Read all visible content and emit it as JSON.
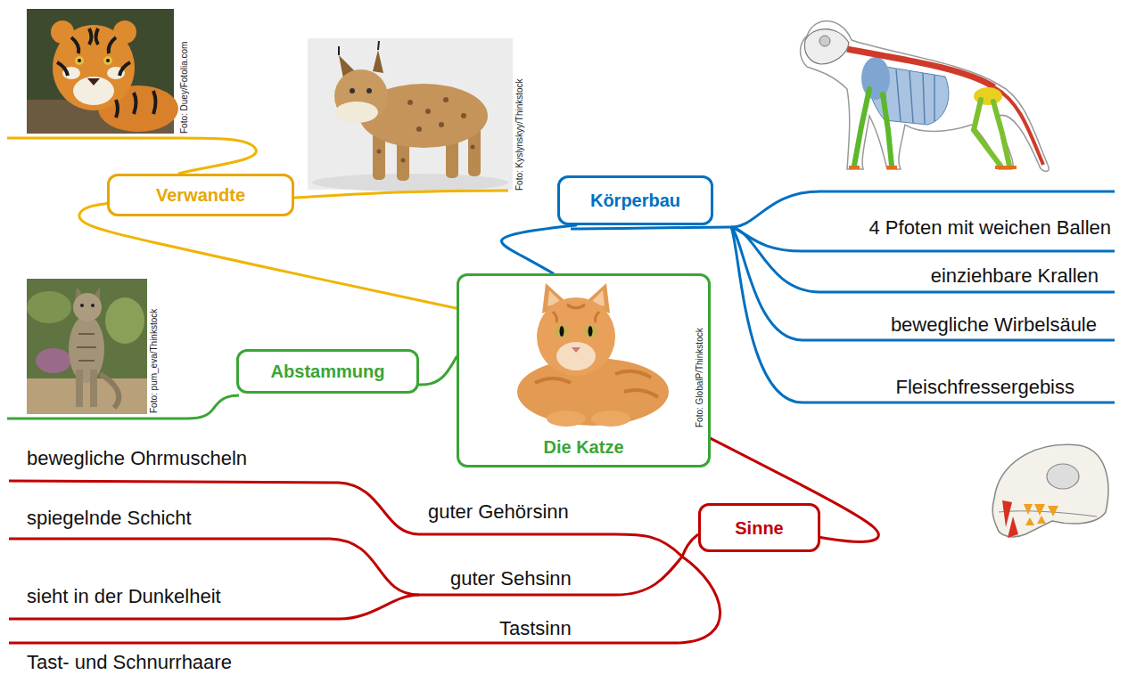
{
  "diagram": {
    "nodes": [
      {
        "text": [
          "Die Katze",
          "Foto: GlobalP/Thinkstock"
        ]
      },
      {
        "text": [
          "Verwandte"
        ]
      },
      {
        "text": [
          "Körperbau"
        ]
      },
      {
        "text": [
          "Abstammung"
        ]
      },
      {
        "text": [
          "Sinne"
        ]
      }
    ],
    "edges": [
      {
        "from": 0,
        "to": 1,
        "arrow": "none"
      },
      {
        "from": 0,
        "to": 2,
        "arrow": "none"
      },
      {
        "from": 0,
        "to": 3,
        "arrow": "none"
      },
      {
        "from": 0,
        "to": 4,
        "arrow": "none"
      }
    ],
    "labels": [
      "Foto: Duey/Fotolia.com",
      "Foto: Kyslynskyy/Thinkstock",
      "4 Pfoten mit weichen Ballen",
      "einziehbare Krallen",
      "bewegliche Wirbelsäule",
      "Foto: pum_eva/Thinkstock",
      "Fleischfressergebiss",
      "bewegliche Ohrmuscheln",
      "guter Gehörsinn",
      "spiegelnde Schicht",
      "guter Sehsinn",
      "sieht in der Dunkelheit",
      "Tastsinn",
      "Tast- und Schnurrhaare"
    ]
  }
}
